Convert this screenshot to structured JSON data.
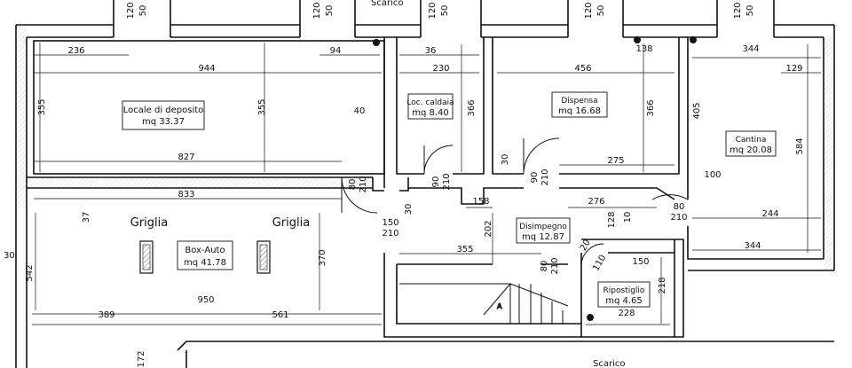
{
  "plan": {
    "scarico_top": "Scarico",
    "scarico_bottom": "Scarico",
    "rooms": {
      "deposito": {
        "name": "Locale di deposito",
        "area": "mq 33.37"
      },
      "caldaia": {
        "name": "Loc. caldaia",
        "area": "mq 8.40"
      },
      "dispensa": {
        "name": "Dispensa",
        "area": "mq 16.68"
      },
      "cantina": {
        "name": "Cantina",
        "area": "mq 20.08"
      },
      "box": {
        "name": "Box-Auto",
        "area": "mq 41.78"
      },
      "disimpegno": {
        "name": "Disimpegno",
        "area": "mq 12.87"
      },
      "ripostiglio": {
        "name": "Ripostiglio",
        "area": "mq 4.65"
      }
    },
    "grates": {
      "left": "Griglia",
      "right": "Griglia"
    },
    "windows": {
      "w1": [
        "120",
        "50"
      ],
      "w2": [
        "120",
        "50"
      ],
      "w3": [
        "120",
        "50"
      ],
      "w4": [
        "120",
        "50"
      ],
      "w5": [
        "120",
        "50"
      ]
    },
    "dims": {
      "d236": "236",
      "d94": "94",
      "d36": "36",
      "d138": "138",
      "d344a": "344",
      "d944": "944",
      "d230": "230",
      "d456": "456",
      "d129": "129",
      "d355a": "355",
      "d355b": "355",
      "d40": "40",
      "d366a": "366",
      "d366b": "366",
      "d405": "405",
      "d584": "584",
      "d827": "827",
      "d275": "275",
      "d100": "100",
      "d80a": "80",
      "d210a": "210",
      "d90a": "90",
      "d210b": "210",
      "d30a": "30",
      "d90b": "90",
      "d210c": "210",
      "d30b": "30",
      "d833": "833",
      "d158": "158",
      "d276": "276",
      "d80b": "80",
      "d210d": "210",
      "d128": "128",
      "d10": "10",
      "d244": "244",
      "d37": "37",
      "d150a": "150",
      "d210e": "210",
      "d30c": "30",
      "d202": "202",
      "d344b": "344",
      "d542": "542",
      "d370": "370",
      "d355c": "355",
      "d20": "20",
      "d110": "110",
      "d150b": "150",
      "d80c": "80",
      "d210f": "210",
      "d218": "218",
      "d950": "950",
      "d389": "389",
      "d561": "561",
      "d228": "228",
      "d172": "172",
      "d30edge": "30"
    }
  }
}
